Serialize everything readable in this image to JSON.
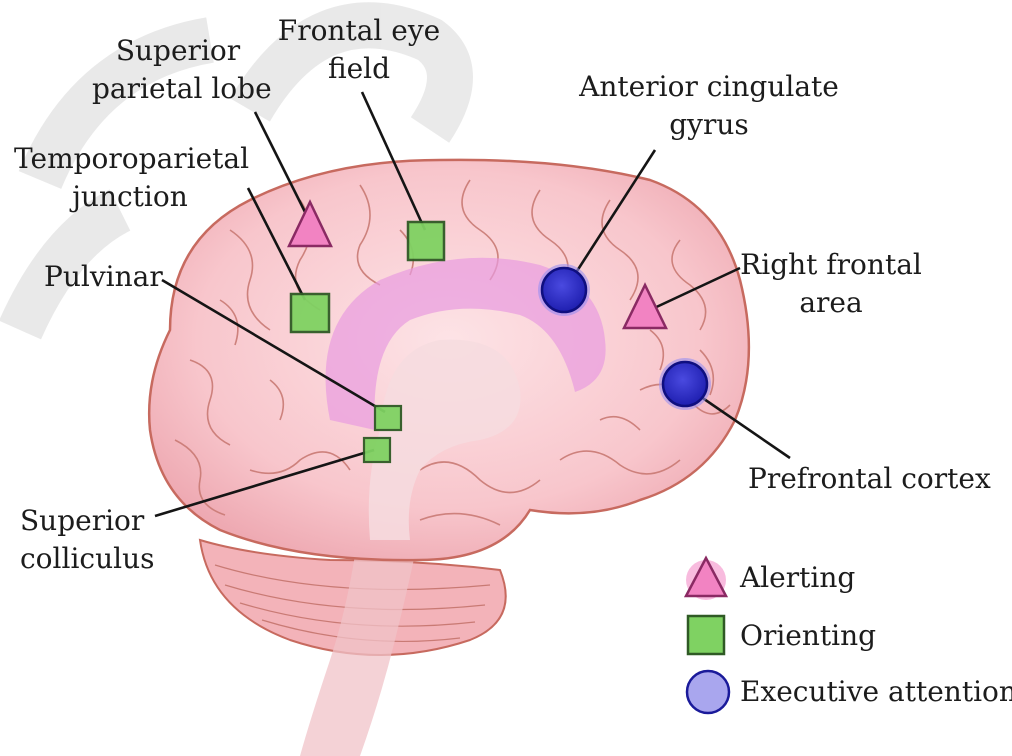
{
  "colors": {
    "alerting": "#f283c2",
    "orienting": "#7fd262",
    "executive": "#2727c4",
    "brain_fill": "#f9cdd2",
    "brain_lines": "#c76a5f",
    "cingulate": "#e89be0",
    "leader": "#151515"
  },
  "icons": {
    "alerting": "triangle-icon",
    "orienting": "square-icon",
    "executive": "circle-icon"
  },
  "labels": {
    "superior_parietal": [
      "Superior",
      "parietal lobe"
    ],
    "frontal_eye": [
      "Frontal eye",
      "field"
    ],
    "anterior_cingulate": [
      "Anterior cingulate",
      "gyrus"
    ],
    "temporoparietal": [
      "Temporoparietal",
      "junction"
    ],
    "pulvinar": [
      "Pulvinar"
    ],
    "right_frontal": [
      "Right frontal",
      "area"
    ],
    "prefrontal": [
      "Prefrontal cortex"
    ],
    "superior_colliculus": [
      "Superior",
      "colliculus"
    ]
  },
  "legend": [
    {
      "label": "Alerting",
      "icon": "triangle-icon"
    },
    {
      "label": "Orienting",
      "icon": "square-icon"
    },
    {
      "label": "Executive attention",
      "icon": "circle-icon"
    }
  ]
}
